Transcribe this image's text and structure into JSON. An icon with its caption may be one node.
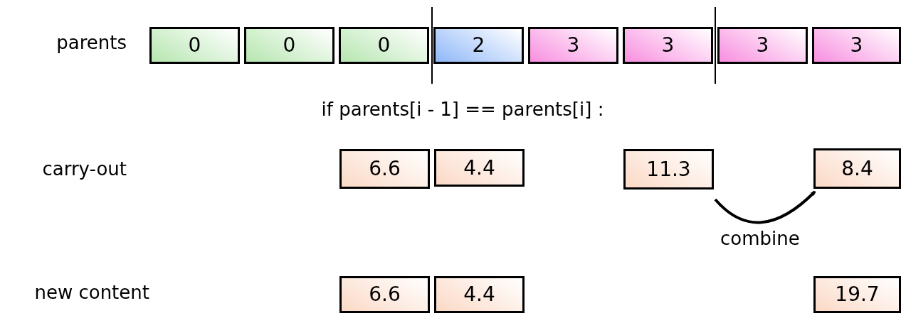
{
  "diagram": {
    "nodes": [
      {
        "text": [
          "0"
        ]
      },
      {
        "text": [
          "0"
        ]
      },
      {
        "text": [
          "0"
        ]
      },
      {
        "text": [
          "2"
        ]
      },
      {
        "text": [
          "3"
        ]
      },
      {
        "text": [
          "3"
        ]
      },
      {
        "text": [
          "3"
        ]
      },
      {
        "text": [
          "3"
        ]
      },
      {
        "text": [
          "6.6"
        ]
      },
      {
        "text": [
          "4.4"
        ]
      },
      {
        "text": [
          "11.3"
        ]
      },
      {
        "text": [
          "8.4"
        ]
      },
      {
        "text": [
          "6.6"
        ]
      },
      {
        "text": [
          "4.4"
        ]
      },
      {
        "text": [
          "19.7"
        ]
      }
    ],
    "edges": [
      {
        "from": 10,
        "to": 11,
        "arrow": "to",
        "label": "combine"
      }
    ],
    "labels": [
      "parents",
      "if parents[i - 1] == parents[i] :",
      "carry-out",
      "new content"
    ]
  }
}
